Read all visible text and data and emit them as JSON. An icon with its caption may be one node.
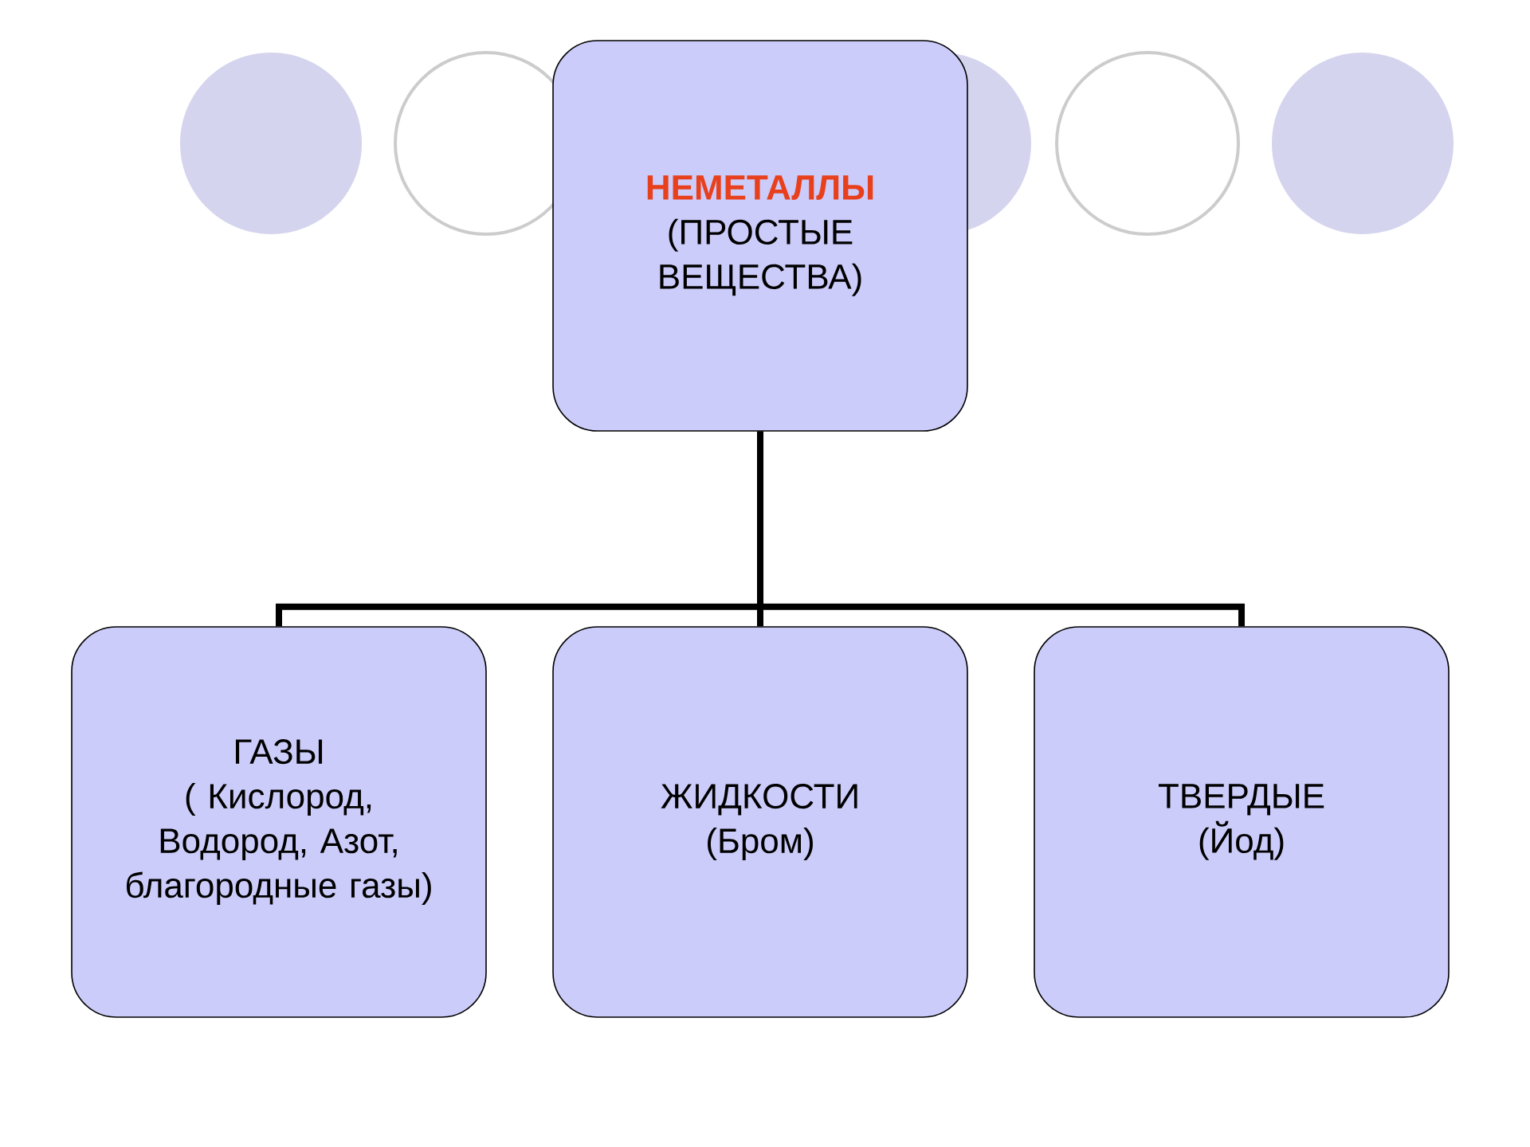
{
  "diagram": {
    "nodes": [
      {
        "text": [
          "НЕМЕТАЛЛЫ",
          "(ПРОСТЫЕ ВЕЩЕСТВА)"
        ]
      },
      {
        "text": [
          "ГАЗЫ",
          "( Кислород, Водород, Азот, благородные газы)"
        ]
      },
      {
        "text": [
          "ЖИДКОСТИ",
          "(Бром)"
        ]
      },
      {
        "text": [
          "ТВЕРДЫЕ",
          "(Йод)"
        ]
      }
    ],
    "edges": [
      {
        "from": 0,
        "to": 1,
        "arrow": "none"
      },
      {
        "from": 0,
        "to": 2,
        "arrow": "none"
      },
      {
        "from": 0,
        "to": 3,
        "arrow": "none"
      }
    ]
  }
}
